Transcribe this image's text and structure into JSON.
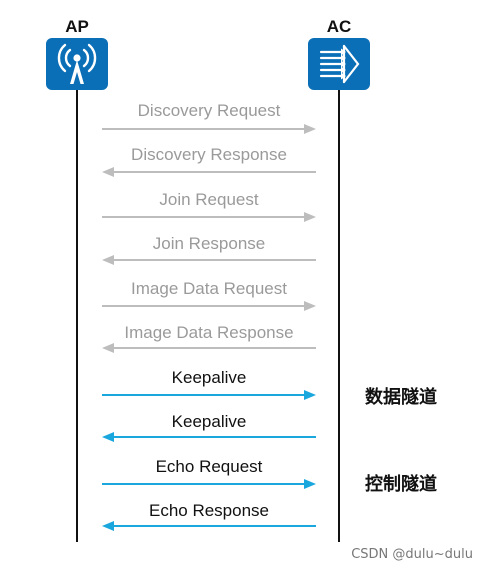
{
  "actors": {
    "ap": {
      "label": "AP",
      "icon": "wireless-ap-icon"
    },
    "ac": {
      "label": "AC",
      "icon": "access-controller-icon"
    }
  },
  "colors": {
    "icon_bg": "#0a6fb7",
    "gray_message": "#bdbdbd",
    "blue_message": "#19a7de"
  },
  "messages": [
    {
      "label": "Discovery Request",
      "direction": "ap-to-ac",
      "style": "gray"
    },
    {
      "label": "Discovery Response",
      "direction": "ac-to-ap",
      "style": "gray"
    },
    {
      "label": "Join Request",
      "direction": "ap-to-ac",
      "style": "gray"
    },
    {
      "label": "Join Response",
      "direction": "ac-to-ap",
      "style": "gray"
    },
    {
      "label": "Image Data Request",
      "direction": "ap-to-ac",
      "style": "gray"
    },
    {
      "label": "Image Data Response",
      "direction": "ac-to-ap",
      "style": "gray"
    },
    {
      "label": "Keepalive",
      "direction": "ap-to-ac",
      "style": "blue"
    },
    {
      "label": "Keepalive",
      "direction": "ac-to-ap",
      "style": "blue"
    },
    {
      "label": "Echo Request",
      "direction": "ap-to-ac",
      "style": "blue"
    },
    {
      "label": "Echo Response",
      "direction": "ac-to-ap",
      "style": "blue"
    }
  ],
  "tunnels": {
    "data": "数据隧道",
    "control": "控制隧道"
  },
  "watermark": "CSDN @dulu~dulu"
}
